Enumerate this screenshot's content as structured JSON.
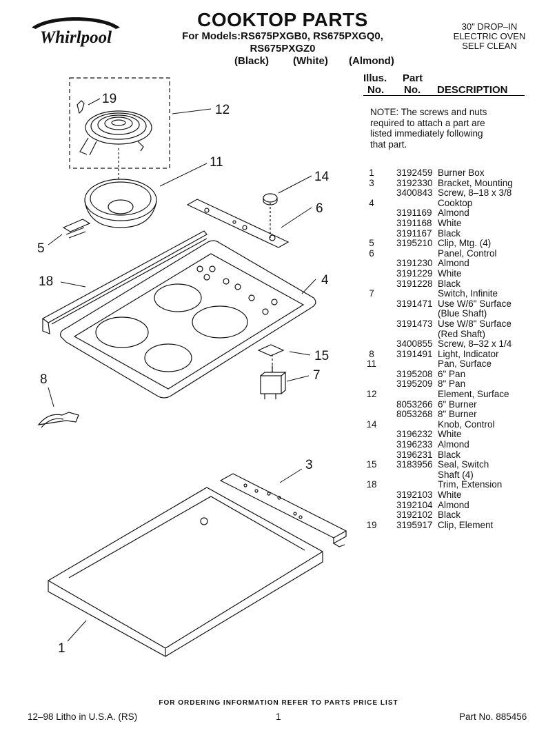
{
  "brand": "Whirlpool",
  "title": "COOKTOP PARTS",
  "models_line": "For Models:RS675PXGB0, RS675PXGQ0, RS675PXGZ0",
  "colors": [
    "(Black)",
    "(White)",
    "(Almond)"
  ],
  "spec": [
    "30\" DROP–IN",
    "ELECTRIC OVEN",
    "SELF CLEAN"
  ],
  "table_header": {
    "illus_1": "Illus.",
    "illus_2": "No.",
    "part_1": "Part",
    "part_2": "No.",
    "description": "DESCRIPTION"
  },
  "note": "NOTE: The screws and nuts required to attach a part are listed immediately following that part.",
  "parts": [
    [
      "1",
      "3192459",
      "Burner Box"
    ],
    [
      "3",
      "3192330",
      "Bracket, Mounting"
    ],
    [
      "",
      "3400843",
      "Screw, 8–18 x 3/8"
    ],
    [
      "4",
      "",
      "Cooktop"
    ],
    [
      "",
      "3191169",
      "Almond"
    ],
    [
      "",
      "3191168",
      "White"
    ],
    [
      "",
      "3191167",
      "Black"
    ],
    [
      "5",
      "3195210",
      "Clip, Mtg. (4)"
    ],
    [
      "6",
      "",
      "Panel, Control"
    ],
    [
      "",
      "3191230",
      "Almond"
    ],
    [
      "",
      "3191229",
      "White"
    ],
    [
      "",
      "3191228",
      "Black"
    ],
    [
      "7",
      "",
      "Switch, Infinite"
    ],
    [
      "",
      "3191471",
      "Use W/6\" Surface"
    ],
    [
      "",
      "",
      "(Blue Shaft)"
    ],
    [
      "",
      "3191473",
      "Use W/8\" Surface"
    ],
    [
      "",
      "",
      "(Red Shaft)"
    ],
    [
      "",
      "3400855",
      "Screw, 8–32 x 1/4"
    ],
    [
      "8",
      "3191491",
      "Light, Indicator"
    ],
    [
      "11",
      "",
      "Pan, Surface"
    ],
    [
      "",
      "3195208",
      "6\" Pan"
    ],
    [
      "",
      "3195209",
      "8\" Pan"
    ],
    [
      "12",
      "",
      "Element, Surface"
    ],
    [
      "",
      "8053266",
      "6\" Burner"
    ],
    [
      "",
      "8053268",
      "8\" Burner"
    ],
    [
      "14",
      "",
      "Knob, Control"
    ],
    [
      "",
      "3196232",
      "White"
    ],
    [
      "",
      "3196233",
      "Almond"
    ],
    [
      "",
      "3196231",
      "Black"
    ],
    [
      "15",
      "3183956",
      "Seal, Switch"
    ],
    [
      "",
      "",
      "Shaft (4)"
    ],
    [
      "18",
      "",
      "Trim, Extension"
    ],
    [
      "",
      "3192103",
      "White"
    ],
    [
      "",
      "3192104",
      "Almond"
    ],
    [
      "",
      "3192102",
      "Black"
    ],
    [
      "19",
      "3195917",
      "Clip, Element"
    ]
  ],
  "callouts": {
    "c19": "19",
    "c12": "12",
    "c11": "11",
    "c14": "14",
    "c6": "6",
    "c5": "5",
    "c18": "18",
    "c4": "4",
    "c15": "15",
    "c8": "8",
    "c7": "7",
    "c3": "3",
    "c1": "1"
  },
  "order_note": "FOR ORDERING INFORMATION REFER TO PARTS PRICE LIST",
  "footer": {
    "left": "12–98 Litho in U.S.A. (RS)",
    "center": "1",
    "right": "Part No. 885456"
  }
}
